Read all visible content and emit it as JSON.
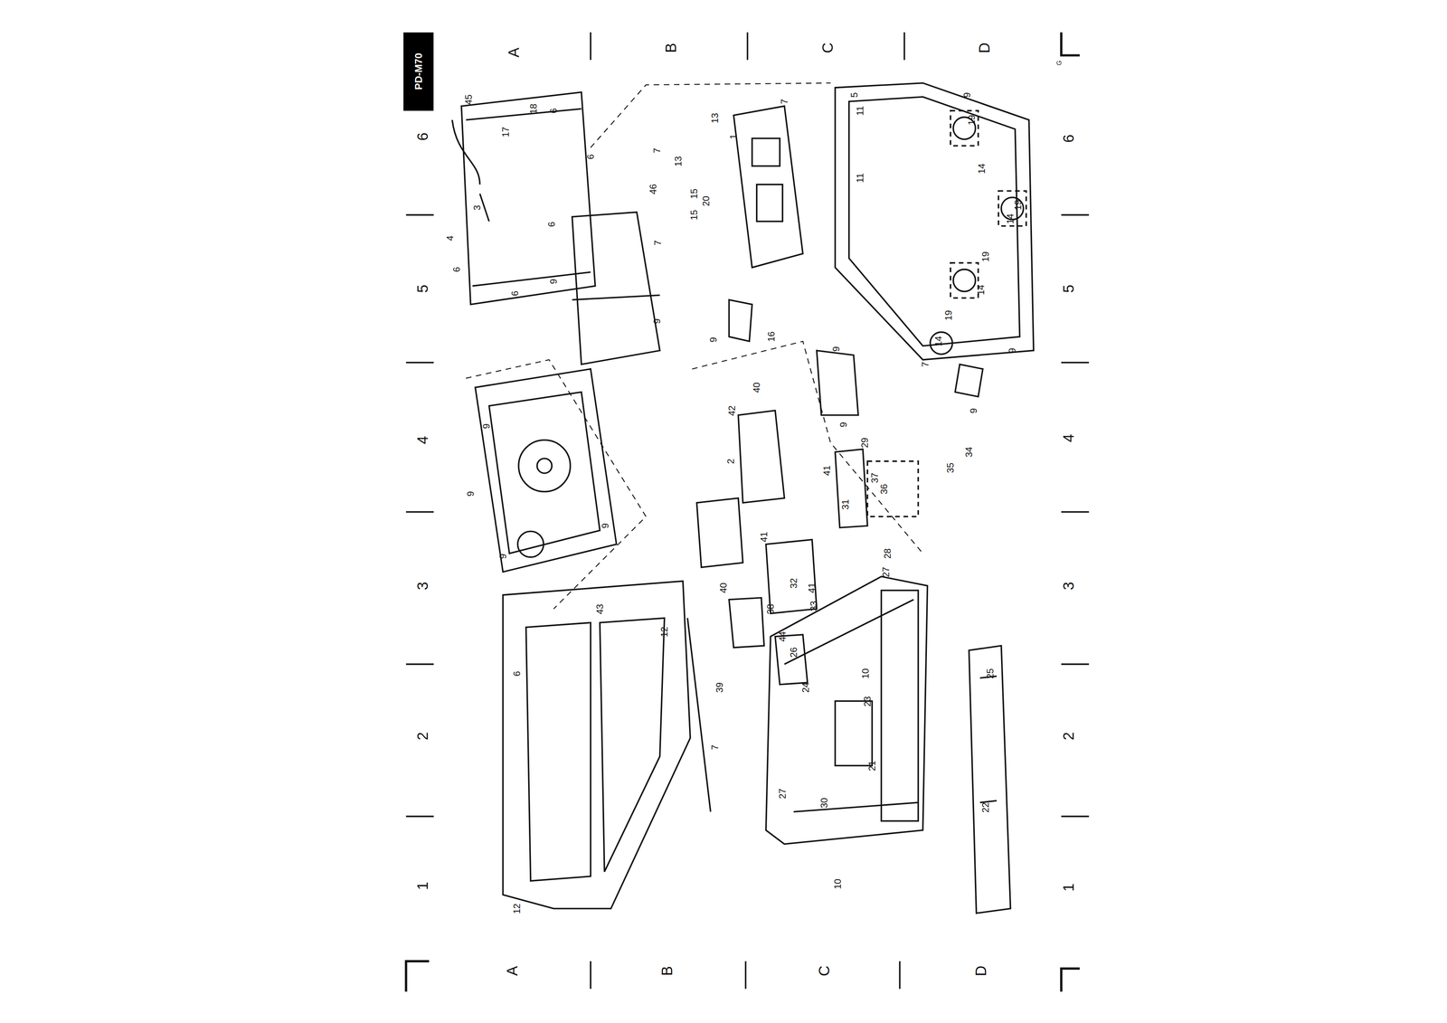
{
  "diagram": {
    "nodes": [
      {
        "text": [
          "PD-M70"
        ]
      }
    ],
    "labels": [
      "A",
      "B",
      "C",
      "D",
      "A",
      "B",
      "C",
      "D",
      "6",
      "5",
      "4",
      "3",
      "2",
      "1",
      "6",
      "5",
      "4",
      "3",
      "2",
      "1",
      "G",
      "45",
      "17",
      "18",
      "6",
      "6",
      "3",
      "4",
      "6",
      "6",
      "6",
      "9",
      "9",
      "7",
      "5",
      "11",
      "11",
      "13",
      "13",
      "7",
      "46",
      "15",
      "20",
      "15",
      "7",
      "1",
      "9",
      "19",
      "14",
      "19",
      "14",
      "19",
      "14",
      "19",
      "14",
      "9",
      "16",
      "9",
      "7",
      "9",
      "9",
      "9",
      "29",
      "34",
      "35",
      "36",
      "37",
      "41",
      "31",
      "9",
      "9",
      "9",
      "9",
      "40",
      "42",
      "2",
      "41",
      "32",
      "41",
      "33",
      "40",
      "38",
      "26",
      "44",
      "24",
      "43",
      "12",
      "6",
      "39",
      "7",
      "27",
      "30",
      "21",
      "23",
      "27",
      "28",
      "10",
      "25",
      "22",
      "10",
      "12"
    ]
  }
}
